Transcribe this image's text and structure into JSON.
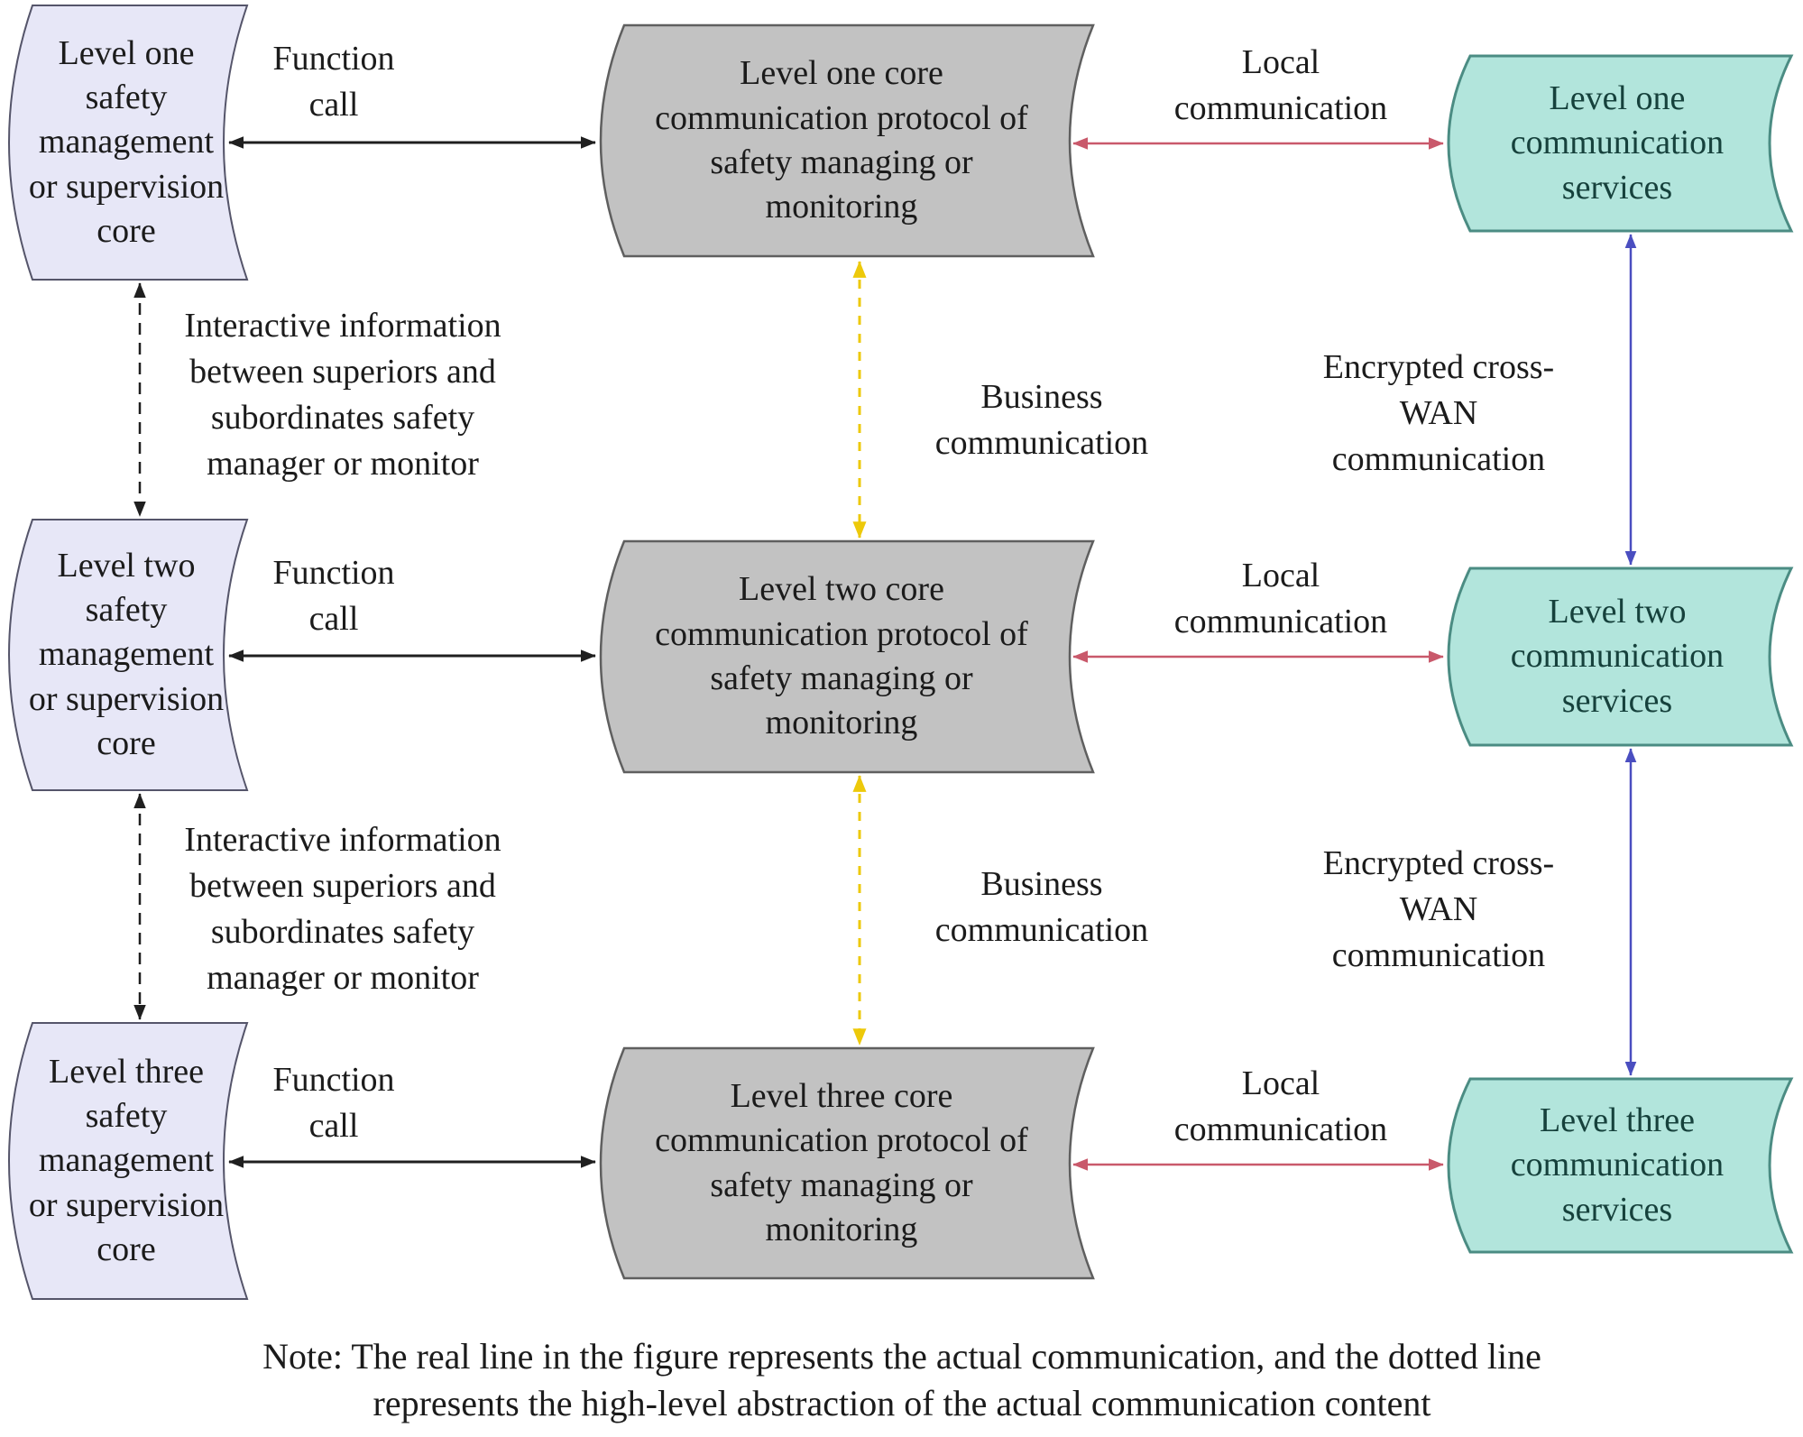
{
  "note": "Note: The real line in the figure represents the actual communication, and the dotted line\nrepresents the high-level abstraction of the actual communication content",
  "rows": [
    {
      "management_core": "Level one\nsafety\nmanagement\nor supervision\ncore",
      "protocol": "Level one core\ncommunication protocol of\nsafety managing or\nmonitoring",
      "services": "Level one\ncommunication\nservices",
      "function_call": "Function\ncall",
      "local_communication": "Local\ncommunication"
    },
    {
      "management_core": "Level two\nsafety\nmanagement\nor supervision\ncore",
      "protocol": "Level two core\ncommunication protocol of\nsafety managing or\nmonitoring",
      "services": "Level two\ncommunication\nservices",
      "function_call": "Function\ncall",
      "local_communication": "Local\ncommunication"
    },
    {
      "management_core": "Level three\nsafety\nmanagement\nor supervision\ncore",
      "protocol": "Level three core\ncommunication protocol of\nsafety managing or\nmonitoring",
      "services": "Level three\ncommunication\nservices",
      "function_call": "Function\ncall",
      "local_communication": "Local\ncommunication"
    }
  ],
  "links": {
    "interactive": "Interactive information\nbetween superiors and\nsubordinates safety\nmanager or monitor",
    "business": "Business\ncommunication",
    "encrypted": "Encrypted cross-\nWAN\ncommunication"
  },
  "colors": {
    "lavender-fill": "#e7e7f7",
    "lavender-stroke": "#55556a",
    "gray-fill": "#c2c2c2",
    "gray-stroke": "#5f5f5f",
    "teal-fill": "#b2e5dc",
    "teal-stroke": "#4b8c83",
    "black-arrow": "#1f1f1f",
    "red-arrow": "#c9596b",
    "yellow-arrow": "#edc90a",
    "blue-arrow": "#4a4ec0",
    "text": "#1b1b1b",
    "teal-text": "#16413c"
  }
}
